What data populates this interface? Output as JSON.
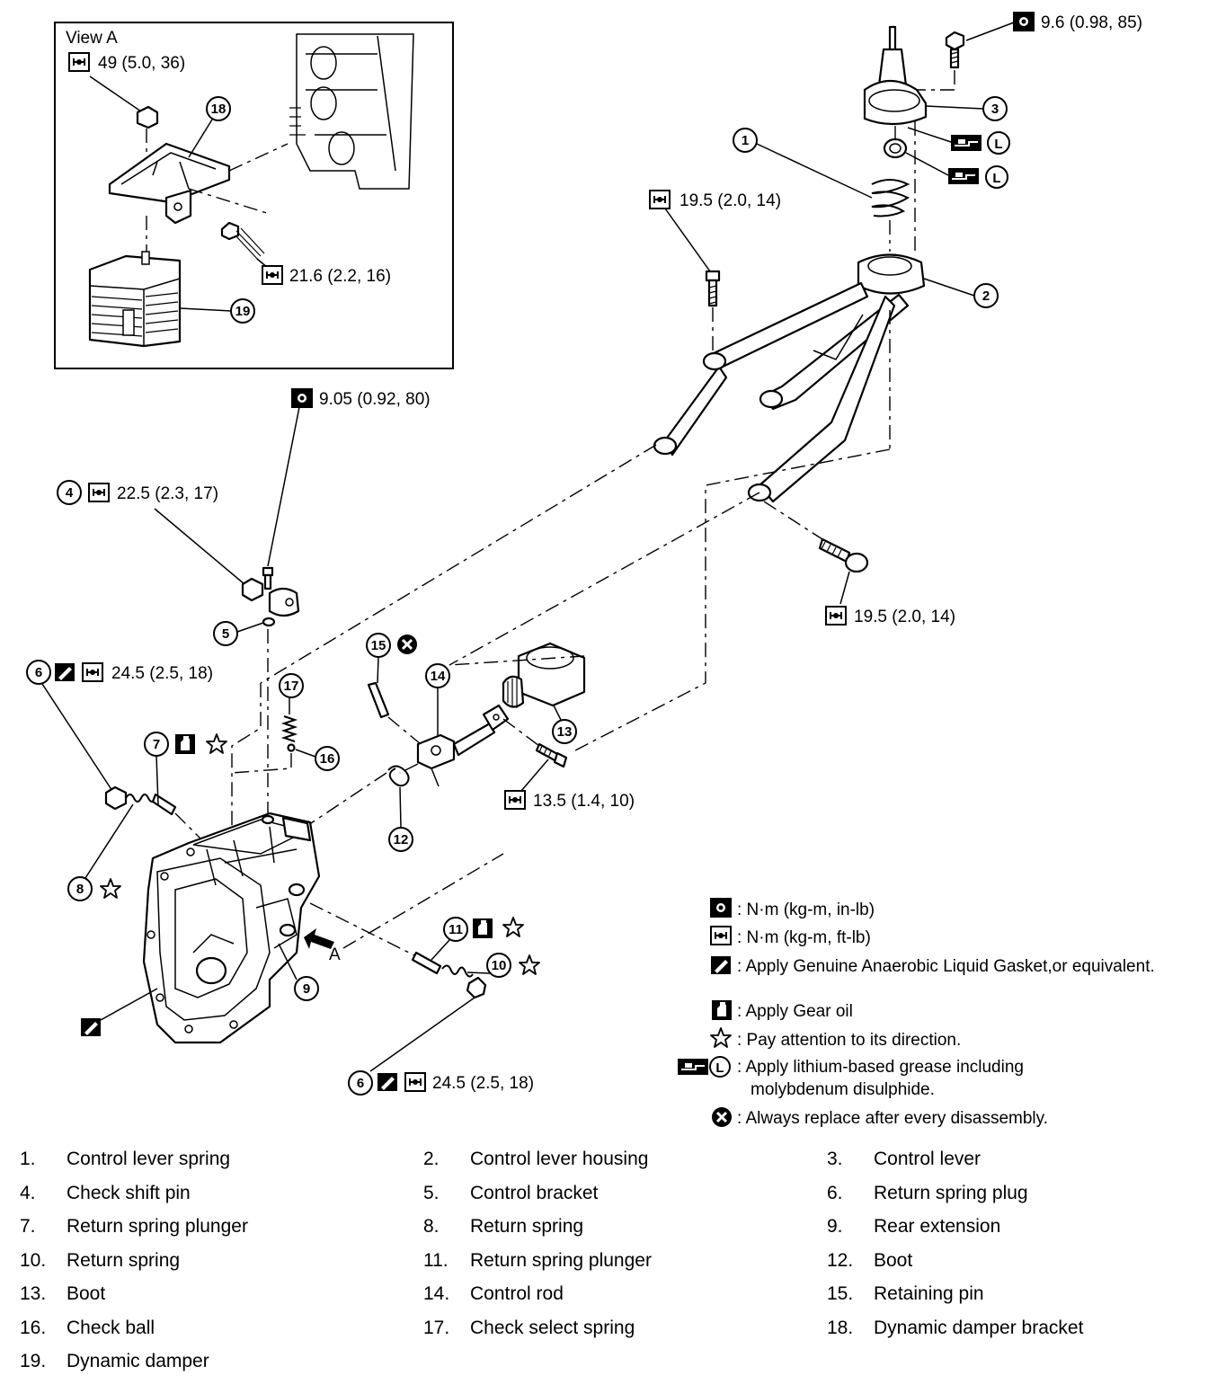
{
  "view_a_title": "View A",
  "torques": {
    "t49": "49 (5.0, 36)",
    "t21_6": "21.6 (2.2, 16)",
    "t9_6": "9.6 (0.98, 85)",
    "t19_5_top": "19.5 (2.0, 14)",
    "t19_5_bottom": "19.5 (2.0, 14)",
    "t9_05": "9.05 (0.92, 80)",
    "t22_5": "22.5 (2.3, 17)",
    "t24_5_upper": "24.5 (2.5, 18)",
    "t24_5_lower": "24.5 (2.5, 18)",
    "t13_5": "13.5 (1.4, 10)"
  },
  "callouts": {
    "c1": "1",
    "c2": "2",
    "c3": "3",
    "c4": "4",
    "c5": "5",
    "c6a": "6",
    "c6b": "6",
    "c7": "7",
    "c8": "8",
    "c9": "9",
    "c10": "10",
    "c11": "11",
    "c12": "12",
    "c13": "13",
    "c14": "14",
    "c15": "15",
    "c16": "16",
    "c17": "17",
    "c18": "18",
    "c19": "19"
  },
  "view_arrow_label": "A",
  "grease_letter": "L",
  "legend": {
    "nm_in_lb": ": N·m (kg-m, in-lb)",
    "nm_ft_lb": ": N·m (kg-m, ft-lb)",
    "gasket": ": Apply Genuine Anaerobic Liquid Gasket,or equivalent.",
    "gear_oil": ": Apply Gear oil",
    "direction": ": Pay attention to its direction.",
    "grease_line1": ": Apply lithium-based grease including",
    "grease_line2": "molybdenum disulphide.",
    "replace": ": Always replace after every disassembly."
  },
  "parts": [
    {
      "num": "1.",
      "name": "Control lever spring"
    },
    {
      "num": "2.",
      "name": "Control lever housing"
    },
    {
      "num": "3.",
      "name": "Control lever"
    },
    {
      "num": "4.",
      "name": "Check shift pin"
    },
    {
      "num": "5.",
      "name": "Control bracket"
    },
    {
      "num": "6.",
      "name": "Return spring plug"
    },
    {
      "num": "7.",
      "name": "Return spring plunger"
    },
    {
      "num": "8.",
      "name": "Return spring"
    },
    {
      "num": "9.",
      "name": "Rear extension"
    },
    {
      "num": "10.",
      "name": "Return spring"
    },
    {
      "num": "11.",
      "name": "Return spring plunger"
    },
    {
      "num": "12.",
      "name": "Boot"
    },
    {
      "num": "13.",
      "name": "Boot"
    },
    {
      "num": "14.",
      "name": "Control rod"
    },
    {
      "num": "15.",
      "name": "Retaining pin"
    },
    {
      "num": "16.",
      "name": "Check ball"
    },
    {
      "num": "17.",
      "name": "Check select spring"
    },
    {
      "num": "18.",
      "name": "Dynamic damper bracket"
    },
    {
      "num": "19.",
      "name": "Dynamic damper"
    }
  ]
}
